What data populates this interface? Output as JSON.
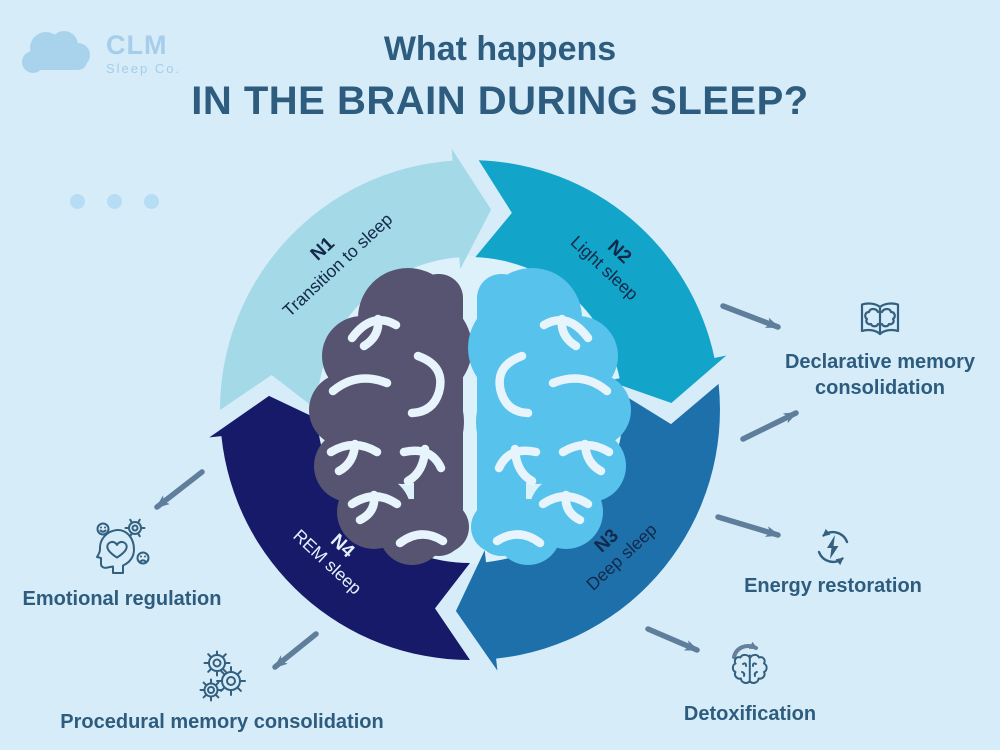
{
  "logo": {
    "name": "CLM",
    "tagline": "Sleep Co."
  },
  "title": {
    "line1": "What happens",
    "line2": "IN THE BRAIN DURING SLEEP?"
  },
  "sleep_cycle": {
    "stages": [
      {
        "code": "N1",
        "name": "Transition to sleep",
        "color": "#a4d9e8",
        "text_color": "#14294a"
      },
      {
        "code": "N2",
        "name": "Light sleep",
        "color": "#12a5c9",
        "text_color": "#14294a"
      },
      {
        "code": "N3",
        "name": "Deep sleep",
        "color": "#1e70aa",
        "text_color": "#14294a"
      },
      {
        "code": "N4",
        "name": "REM sleep",
        "color": "#161a69",
        "text_color": "#e6effb"
      }
    ],
    "brain": {
      "left_color": "#565471",
      "right_color": "#57c2ec"
    }
  },
  "benefits": [
    {
      "label": "Declarative memory consolidation",
      "icon": "book-brain-icon"
    },
    {
      "label": "Energy restoration",
      "icon": "energy-cycle-icon"
    },
    {
      "label": "Detoxification",
      "icon": "brain-detox-icon"
    },
    {
      "label": "Emotional regulation",
      "icon": "head-heart-icon"
    },
    {
      "label": "Procedural memory consolidation",
      "icon": "gears-icon"
    }
  ],
  "colors": {
    "background": "#d6ecf9",
    "heading_text": "#2d5c7e",
    "arrow": "#5e7e9b",
    "icon_stroke": "#34607f",
    "inner_circle": "#ddf1fb"
  }
}
